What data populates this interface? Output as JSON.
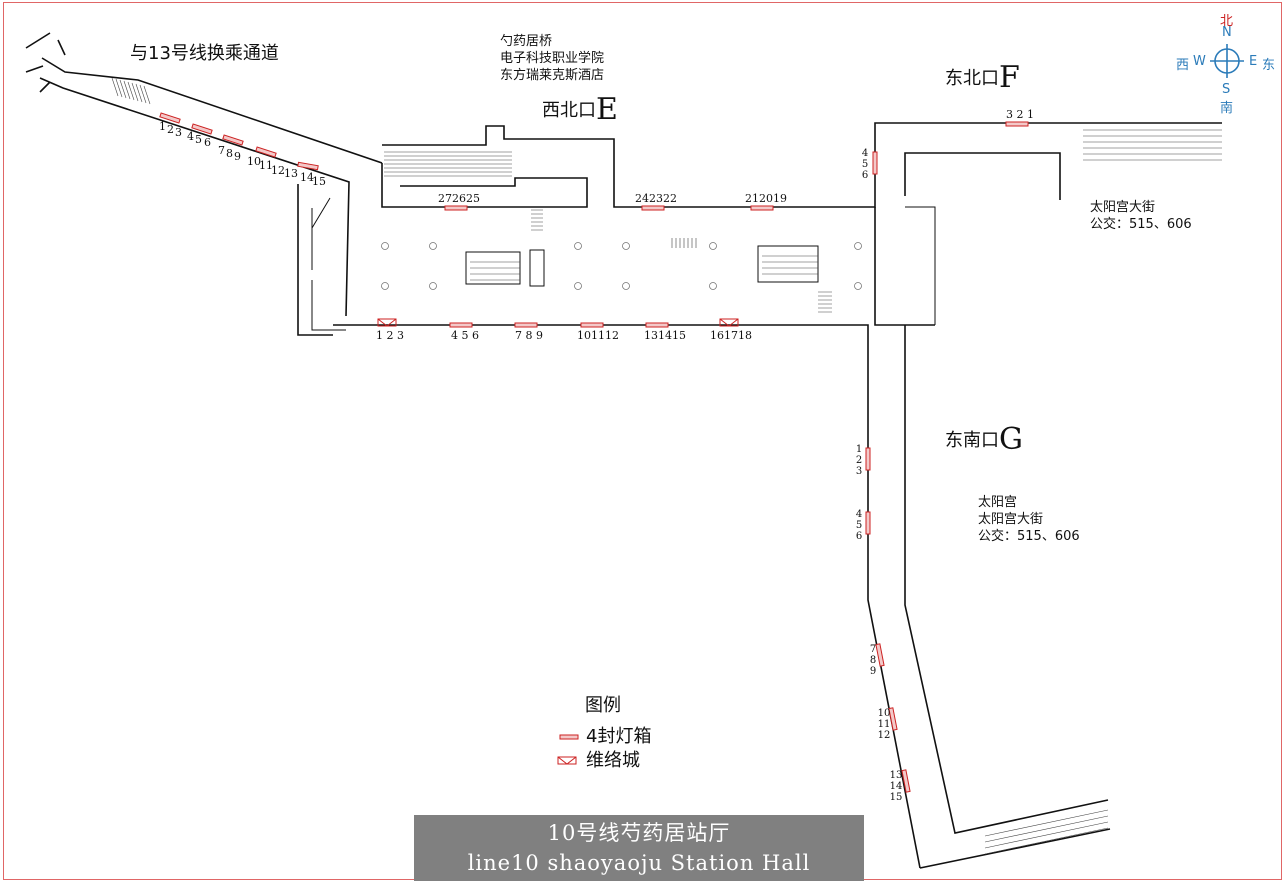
{
  "title": {
    "cn": "10号线芍药居站厅",
    "en": "line10 shaoyaoju Station Hall"
  },
  "transfer_label": "与13号线换乘通道",
  "exits": {
    "E": {
      "name": "西北口",
      "letter": "E",
      "info": [
        "勺药居桥",
        "电子科技职业学院",
        "东方瑞莱克斯酒店"
      ]
    },
    "F": {
      "name": "东北口",
      "letter": "F",
      "info": [
        "太阳宫大街",
        "公交：515、606"
      ]
    },
    "G": {
      "name": "东南口",
      "letter": "G",
      "info": [
        "太阳宫",
        "太阳宫大街",
        "公交：515、606"
      ]
    }
  },
  "compass": {
    "north_cn": "北",
    "north": "N",
    "south_cn": "南",
    "south": "S",
    "west_cn": "西",
    "west": "W",
    "east_cn": "东",
    "east": "E",
    "color": "#2b7bb9"
  },
  "legend": {
    "title": "图例",
    "items": [
      "4封灯箱",
      "维络城"
    ],
    "color": "#cc2222"
  },
  "ad_numbers": {
    "transfer": [
      "1",
      "2",
      "3",
      "4",
      "5",
      "6",
      "7",
      "8",
      "9",
      "10",
      "11",
      "12",
      "13",
      "14",
      "15"
    ],
    "hall_top": [
      "272625",
      "242322",
      "212019"
    ],
    "hall_bottom": [
      "1 2 3",
      "4 5 6",
      "7 8 9",
      "101112",
      "131415",
      "161718"
    ],
    "f_top": "3 2 1",
    "f_side": [
      "4",
      "5",
      "6"
    ],
    "g_corridor": [
      [
        "1",
        "2",
        "3"
      ],
      [
        "4",
        "5",
        "6"
      ],
      [
        "7",
        "8",
        "9"
      ],
      [
        "10",
        "11",
        "12"
      ],
      [
        "13",
        "14",
        "15"
      ]
    ]
  }
}
